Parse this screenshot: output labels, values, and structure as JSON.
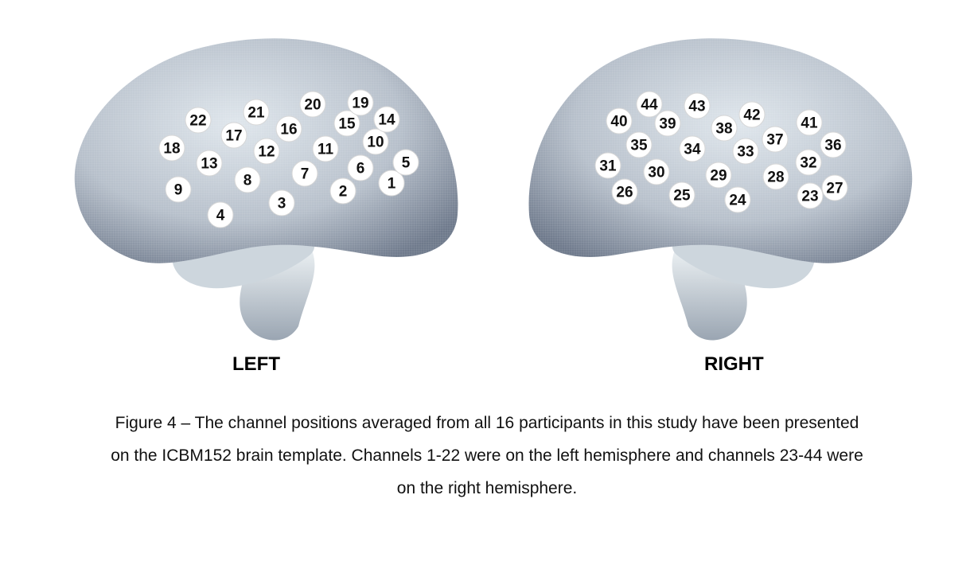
{
  "figure": {
    "hemispheres": [
      {
        "label": "LEFT",
        "channels": [
          "1",
          "2",
          "3",
          "4",
          "5",
          "6",
          "7",
          "8",
          "9",
          "10",
          "11",
          "12",
          "13",
          "14",
          "15",
          "16",
          "17",
          "18",
          "19",
          "20",
          "21",
          "22"
        ]
      },
      {
        "label": "RIGHT",
        "channels": [
          "23",
          "24",
          "25",
          "26",
          "27",
          "28",
          "29",
          "30",
          "31",
          "32",
          "33",
          "34",
          "35",
          "36",
          "37",
          "38",
          "39",
          "40",
          "41",
          "42",
          "43",
          "44"
        ]
      }
    ],
    "caption": [
      "Figure 4 – The channel positions averaged from all 16 participants in this study have been presented",
      "on the ICBM152 brain template. Channels 1-22 were on the left hemisphere and channels 23-44 were",
      "on the right hemisphere."
    ]
  },
  "colors": {
    "brain_light": "#dfe6ec",
    "brain_mid": "#a4aebd",
    "brain_dark": "#6f7a8c",
    "marker_fill": "#ffffff",
    "text": "#000000"
  }
}
